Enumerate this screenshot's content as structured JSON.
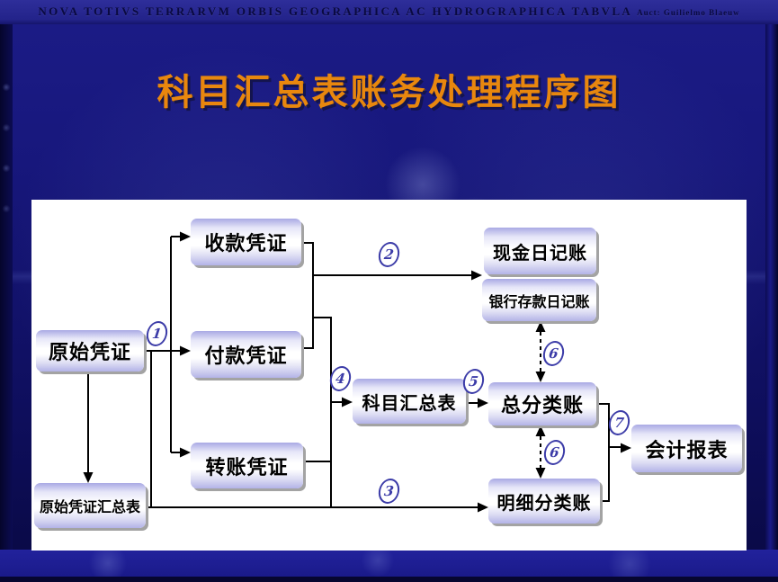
{
  "slide": {
    "map_banner": "NOVA TOTIVS TERRARVM ORBIS GEOGRAPHICA AC HYDROGRAPHICA TABVLA",
    "map_banner_suffix": "Auct: Guilielmo Blaeuw",
    "title": "科目汇总表账务处理程序图",
    "title_color": "#E8870E",
    "background_color": "#12126B",
    "panel_color": "#FFFFFF",
    "line_color": "#000000",
    "step_color": "#3C3CA8"
  },
  "diagram": {
    "nodes": [
      {
        "id": "original-voucher",
        "label": "原始凭证"
      },
      {
        "id": "original-voucher-summary",
        "label": "原始凭证汇总表"
      },
      {
        "id": "receipt-voucher",
        "label": "收款凭证"
      },
      {
        "id": "payment-voucher",
        "label": "付款凭证"
      },
      {
        "id": "transfer-voucher",
        "label": "转账凭证"
      },
      {
        "id": "account-summary-table",
        "label": "科目汇总表"
      },
      {
        "id": "cash-journal",
        "label": "现金日记账"
      },
      {
        "id": "bank-deposit-journal",
        "label": "银行存款日记账"
      },
      {
        "id": "general-ledger",
        "label": "总分类账"
      },
      {
        "id": "subsidiary-ledger",
        "label": "明细分类账"
      },
      {
        "id": "accounting-statements",
        "label": "会计报表"
      }
    ],
    "steps": [
      {
        "num": "1"
      },
      {
        "num": "2"
      },
      {
        "num": "3"
      },
      {
        "num": "4"
      },
      {
        "num": "5"
      },
      {
        "num": "6"
      },
      {
        "num": "6"
      },
      {
        "num": "7"
      }
    ]
  }
}
